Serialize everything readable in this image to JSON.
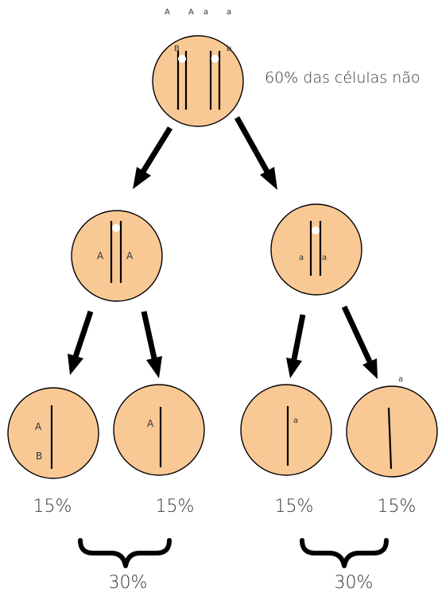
{
  "top": {
    "alleles": [
      "A",
      "A",
      "a",
      "a"
    ],
    "overlap_left": "B",
    "overlap_right": "b"
  },
  "note": "60% das células não",
  "mid_left": {
    "alleles": [
      "A",
      "A"
    ]
  },
  "mid_right": {
    "alleles": [
      "a",
      "a"
    ]
  },
  "bottom": [
    {
      "alleles": [
        "A",
        "B"
      ],
      "percent": "15%"
    },
    {
      "alleles": [
        "A"
      ],
      "percent": "15%"
    },
    {
      "alleles": [
        "a"
      ],
      "percent": "15%"
    },
    {
      "alleles": [
        "a"
      ],
      "percent": "15%"
    }
  ],
  "groups": [
    {
      "total": "30%"
    },
    {
      "total": "30%"
    }
  ],
  "colors": {
    "cell_fill": "#f8c895",
    "outline": "#000000",
    "text": "#333333"
  }
}
